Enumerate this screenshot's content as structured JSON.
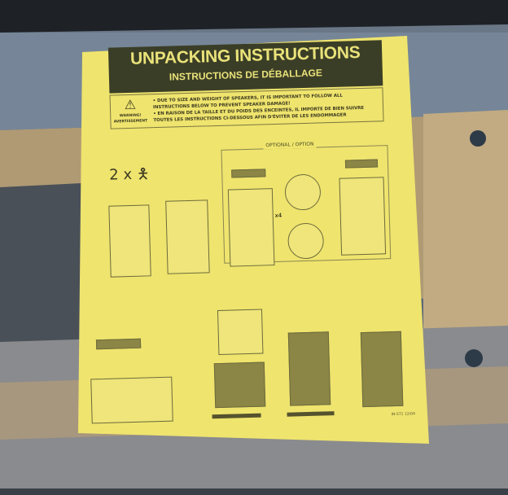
{
  "header": {
    "title": "UNPACKING INSTRUCTIONS",
    "subtitle": "INSTRUCTIONS DE DÉBALLAGE"
  },
  "warning": {
    "label_en": "WARNING!",
    "label_fr": "AVERTISSEMENT",
    "bullets": [
      "DUE TO SIZE AND WEIGHT OF SPEAKERS, IT IS IMPORTANT TO FOLLOW ALL INSTRUCTIONS BELOW TO PREVENT SPEAKER DAMAGE!",
      "EN RAISON DE LA TAILLE ET DU POIDS DES ENCEINTES, IL IMPORTE DE BIEN SUIVRE TOUTES LES INSTRUCTIONS CI-DESSOUS AFIN D'ÉVITER DE LES ENDOMMAGER"
    ]
  },
  "diagram": {
    "people": "2 x",
    "optional_label": "OPTIONAL / OPTION",
    "multiplier": "x4",
    "doc_code": "IN-571 12/04"
  },
  "colors": {
    "paper": "#efe46e",
    "header": "#3b3e26",
    "wood": "#b9a37c",
    "plastic": "#6c7a8c"
  }
}
